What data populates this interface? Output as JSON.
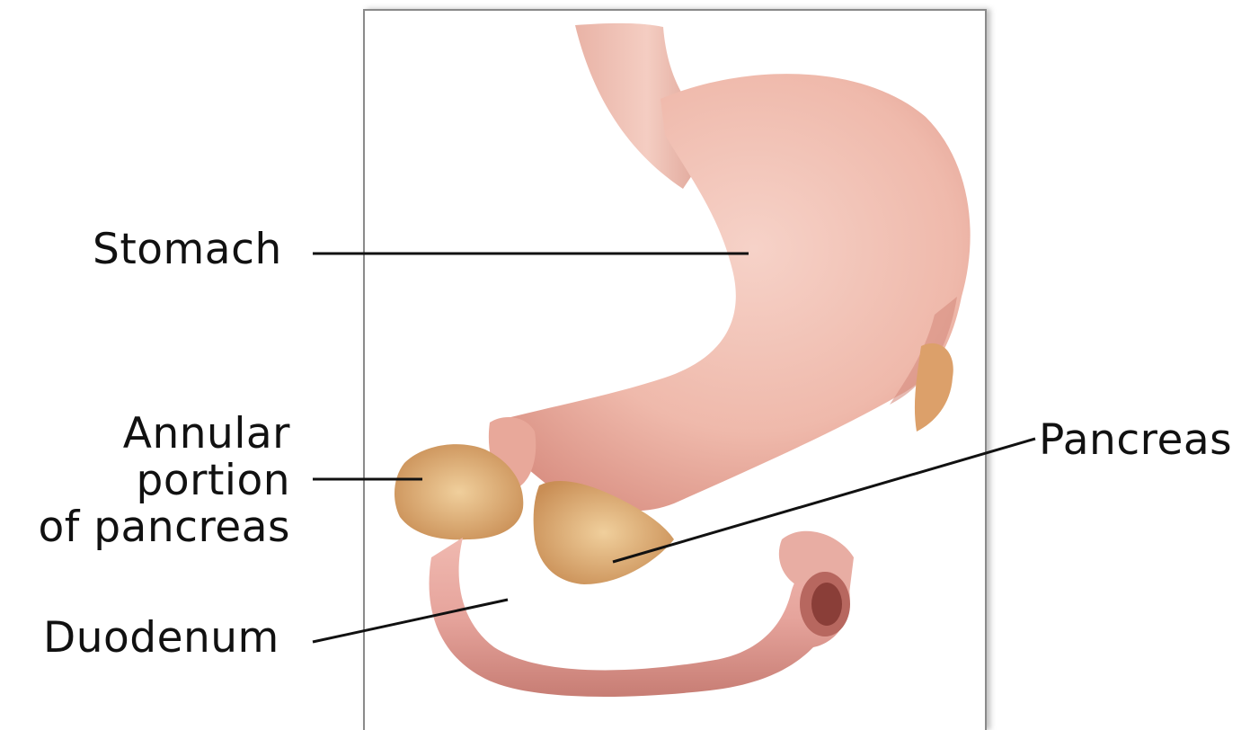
{
  "labels": {
    "stomach": "Stomach",
    "annular": [
      "Annular",
      "portion",
      "of pancreas"
    ],
    "duodenum": "Duodenum",
    "pancreas": "Pancreas"
  },
  "colors": {
    "stomach": "#f1bfb4",
    "pancreas": "#e3b57a",
    "duodenum": "#e6a49c",
    "leader_line": "#111111"
  }
}
